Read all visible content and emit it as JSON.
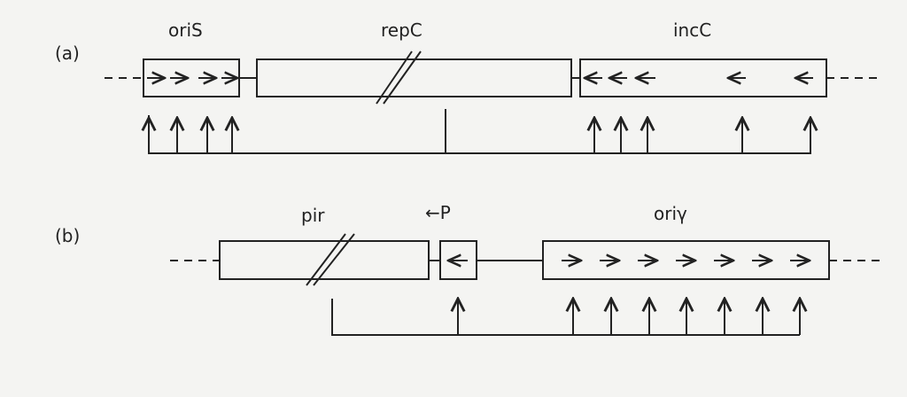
{
  "panel_a": {
    "label": "(a)",
    "oriS": "oriS",
    "repC": "repC",
    "incC": "incC"
  },
  "panel_b": {
    "label": "(b)",
    "pir": "pir",
    "promoter": "←P",
    "ori_gamma": "oriγ"
  },
  "colors": {
    "line": "#222222",
    "background": "#f4f4f2"
  }
}
